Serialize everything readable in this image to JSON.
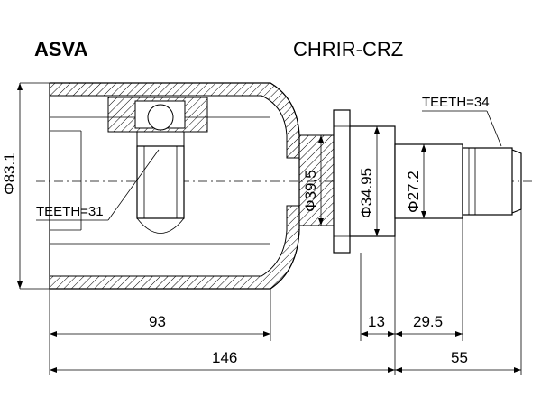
{
  "header": {
    "brand": "ASVA",
    "part_number": "CHRIR-CRZ"
  },
  "annotations": {
    "outer_teeth": "TEETH=34",
    "inner_teeth": "TEETH=31"
  },
  "dimensions": {
    "d_outer": "83.1",
    "d_body": "39.5",
    "d_seal": "34.95",
    "d_spline": "27.2",
    "len_93": "93",
    "len_13": "13",
    "len_29_5": "29.5",
    "len_146": "146",
    "len_55": "55",
    "diameter_symbol": "Φ"
  }
}
